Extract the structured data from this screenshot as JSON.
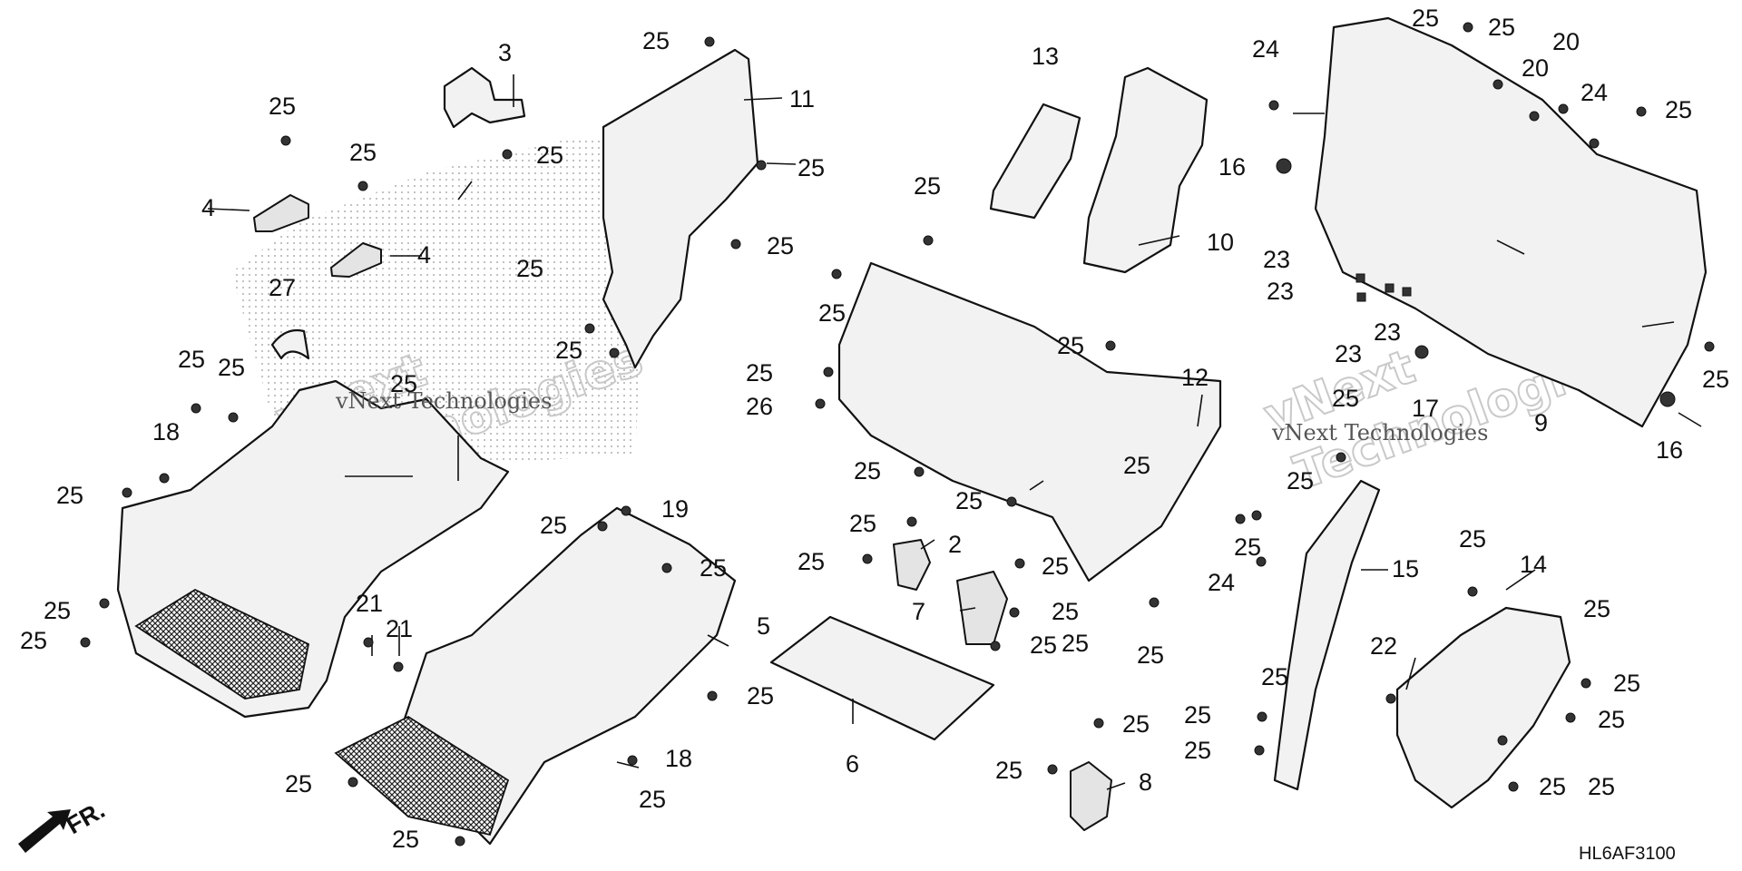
{
  "diagram": {
    "code": "HL6AF3100",
    "direction_label": "FR.",
    "watermark": {
      "left": "vNext Technologies",
      "right": "vNext Technologies",
      "ghost_left_1": "vNext",
      "ghost_left_2": "Technologies",
      "ghost_right_1": "vNext",
      "ghost_right_2": "Technologies"
    },
    "part_numbers": [
      "2",
      "3",
      "4",
      "5",
      "6",
      "7",
      "8",
      "9",
      "10",
      "11",
      "12",
      "13",
      "14",
      "15",
      "16",
      "17",
      "18",
      "19",
      "20",
      "21",
      "22",
      "23",
      "24",
      "25",
      "26",
      "27"
    ],
    "labels": [
      {
        "id": "l1",
        "text": "25"
      },
      {
        "id": "l2",
        "text": "3"
      },
      {
        "id": "l3",
        "text": "25"
      },
      {
        "id": "l4",
        "text": "11"
      },
      {
        "id": "l5",
        "text": "25"
      },
      {
        "id": "l6",
        "text": "25"
      },
      {
        "id": "l7",
        "text": "25"
      },
      {
        "id": "l8",
        "text": "4"
      },
      {
        "id": "l9",
        "text": "25"
      },
      {
        "id": "l10",
        "text": "4"
      },
      {
        "id": "l11",
        "text": "27"
      },
      {
        "id": "l12",
        "text": "25"
      },
      {
        "id": "l13",
        "text": "25"
      },
      {
        "id": "l14",
        "text": "25"
      },
      {
        "id": "l15",
        "text": "25"
      },
      {
        "id": "l16",
        "text": "25"
      },
      {
        "id": "l17",
        "text": "18"
      },
      {
        "id": "l18",
        "text": "25"
      },
      {
        "id": "l19",
        "text": "25"
      },
      {
        "id": "l20",
        "text": "25"
      },
      {
        "id": "l21",
        "text": "21"
      },
      {
        "id": "l22",
        "text": "21"
      },
      {
        "id": "l23",
        "text": "25"
      },
      {
        "id": "l24",
        "text": "19"
      },
      {
        "id": "l25",
        "text": "25"
      },
      {
        "id": "l26",
        "text": "5"
      },
      {
        "id": "l27",
        "text": "25"
      },
      {
        "id": "l28",
        "text": "18"
      },
      {
        "id": "l29",
        "text": "25"
      },
      {
        "id": "l30",
        "text": "25"
      },
      {
        "id": "l31",
        "text": "25"
      },
      {
        "id": "l32",
        "text": "13"
      },
      {
        "id": "l33",
        "text": "10"
      },
      {
        "id": "l34",
        "text": "25"
      },
      {
        "id": "l35",
        "text": "25"
      },
      {
        "id": "l36",
        "text": "25"
      },
      {
        "id": "l37",
        "text": "26"
      },
      {
        "id": "l38",
        "text": "25"
      },
      {
        "id": "l39",
        "text": "25"
      },
      {
        "id": "l40",
        "text": "12"
      },
      {
        "id": "l41",
        "text": "25"
      },
      {
        "id": "l42",
        "text": "25"
      },
      {
        "id": "l43",
        "text": "2"
      },
      {
        "id": "l44",
        "text": "25"
      },
      {
        "id": "l45",
        "text": "25"
      },
      {
        "id": "l46",
        "text": "7"
      },
      {
        "id": "l47",
        "text": "25"
      },
      {
        "id": "l48",
        "text": "25"
      },
      {
        "id": "l49",
        "text": "24"
      },
      {
        "id": "l50",
        "text": "25"
      },
      {
        "id": "l51",
        "text": "25"
      },
      {
        "id": "l52",
        "text": "6"
      },
      {
        "id": "l53",
        "text": "25"
      },
      {
        "id": "l54",
        "text": "25"
      },
      {
        "id": "l55",
        "text": "8"
      },
      {
        "id": "l56",
        "text": "25"
      },
      {
        "id": "l57",
        "text": "25"
      },
      {
        "id": "l58",
        "text": "20"
      },
      {
        "id": "l59",
        "text": "20"
      },
      {
        "id": "l60",
        "text": "24"
      },
      {
        "id": "l61",
        "text": "24"
      },
      {
        "id": "l62",
        "text": "25"
      },
      {
        "id": "l63",
        "text": "16"
      },
      {
        "id": "l64",
        "text": "23"
      },
      {
        "id": "l65",
        "text": "23"
      },
      {
        "id": "l66",
        "text": "23"
      },
      {
        "id": "l67",
        "text": "23"
      },
      {
        "id": "l68",
        "text": "17"
      },
      {
        "id": "l69",
        "text": "9"
      },
      {
        "id": "l70",
        "text": "25"
      },
      {
        "id": "l71",
        "text": "16"
      },
      {
        "id": "l72",
        "text": "25"
      },
      {
        "id": "l73",
        "text": "25"
      },
      {
        "id": "l74",
        "text": "15"
      },
      {
        "id": "l75",
        "text": "25"
      },
      {
        "id": "l76",
        "text": "25"
      },
      {
        "id": "l77",
        "text": "25"
      },
      {
        "id": "l78",
        "text": "25"
      },
      {
        "id": "l79",
        "text": "14"
      },
      {
        "id": "l80",
        "text": "25"
      },
      {
        "id": "l81",
        "text": "22"
      },
      {
        "id": "l82",
        "text": "25"
      },
      {
        "id": "l83",
        "text": "25"
      },
      {
        "id": "l84",
        "text": "25"
      },
      {
        "id": "l85",
        "text": "25"
      },
      {
        "id": "l86",
        "text": "25"
      },
      {
        "id": "l87",
        "text": "25"
      }
    ]
  }
}
